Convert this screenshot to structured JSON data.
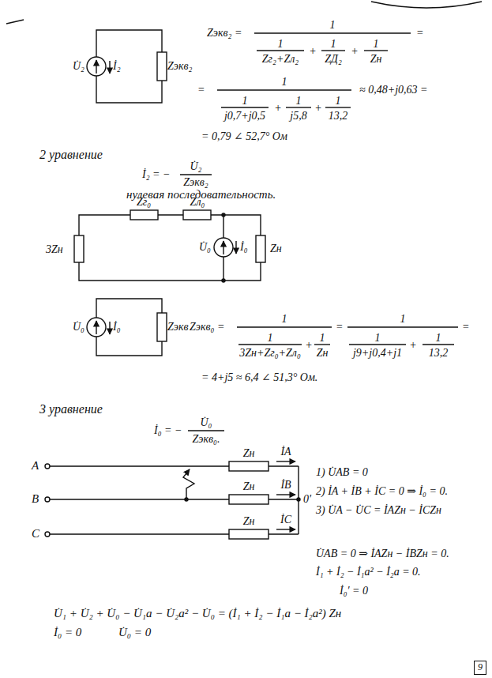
{
  "diagram": {
    "nodes": [
      {
        "text": [
          "9"
        ]
      }
    ],
    "labels": [
      "U̇₂",
      "İ₂",
      "Zэкв₂",
      "Zэкв₂ =",
      "1",
      "1",
      "Zг₂+Zл₂",
      "+",
      "1",
      "ZД₂",
      "+",
      "1",
      "Zн",
      "=",
      "=",
      "1",
      "1",
      "j0,7+j0,5",
      "+",
      "1",
      "j5,8",
      "+",
      "1",
      "13,2",
      "≈ 0,48+j0,63 =",
      "= 0,79 ∠ 52,7° Ом",
      "2 уравнение",
      "İ₂ = −",
      "U̇₂",
      "Zэкв₂",
      "нулевая последовательность.",
      "3Zн",
      "Zг₀",
      "Zл₀",
      "U̇₀",
      "İ₀",
      "Zн",
      "U̇₀",
      "İ₀",
      "Zэкв",
      "Zэкв₀ =",
      "1",
      "1",
      "3Zн+Zг₀+Zл₀",
      "+",
      "1",
      "Zн",
      "=",
      "1",
      "1",
      "j9+j0,4+j1",
      "+",
      "1",
      "13,2",
      "=",
      "= 4+j5 ≈ 6,4 ∠ 51,3° Ом.",
      "3 уравнение",
      "İ₀ = −",
      "U̇₀",
      "Zэкв₀.",
      "A",
      "B",
      "C",
      "Zн",
      "Zн",
      "Zн",
      "İA",
      "İB",
      "İC",
      "0'",
      "1) U̇AB = 0",
      "2) İA + İB + İC = 0 ⇒ İ₀ = 0.",
      "3) U̇A − U̇C = İAZн − İCZн",
      "U̇AB = 0 ⇒ İAZн − İBZн = 0.",
      "İ₁ + İ₂ − İ₁a² − İ₂a = 0.",
      "İ₀′ = 0",
      "U̇₁ + U̇₂ + U̇₀ − U̇₁a − U̇₂a² − U̇₀ = (İ₁ + İ₂ − İ₁a − İ₂a²) Zн",
      "İ₀ = 0",
      "U̇₀ = 0"
    ]
  }
}
